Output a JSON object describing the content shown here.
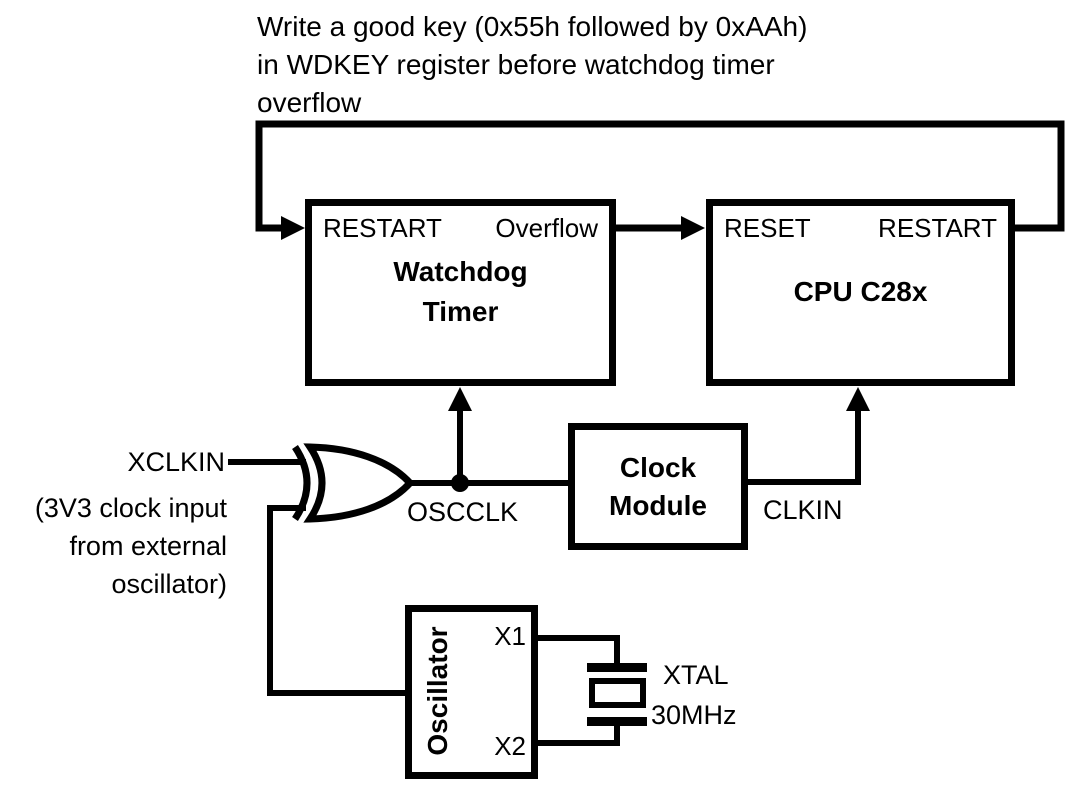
{
  "colors": {
    "ink": "#000000",
    "paper": "#ffffff"
  },
  "annotation": {
    "lines": [
      "Write a good key (0x55h followed by 0xAAh)",
      "in WDKEY register before watchdog timer",
      "overflow"
    ]
  },
  "blocks": {
    "watchdog": {
      "title_lines": [
        "Watchdog",
        "Timer"
      ],
      "ports": {
        "left": "RESTART",
        "right": "Overflow"
      }
    },
    "cpu": {
      "title": "CPU C28x",
      "ports": {
        "left": "RESET",
        "right": "RESTART"
      }
    },
    "clock_module": {
      "title_lines": [
        "Clock",
        "Module"
      ]
    },
    "oscillator": {
      "title": "Oscillator",
      "pins": {
        "top": "X1",
        "bottom": "X2"
      }
    }
  },
  "signals": {
    "xclkin": {
      "label": "XCLKIN",
      "note_lines": [
        "(3V3 clock input",
        "from external",
        "oscillator)"
      ]
    },
    "oscclk": {
      "label": "OSCCLK"
    },
    "clkin": {
      "label": "CLKIN"
    }
  },
  "crystal": {
    "label": "XTAL",
    "frequency": "30MHz"
  }
}
